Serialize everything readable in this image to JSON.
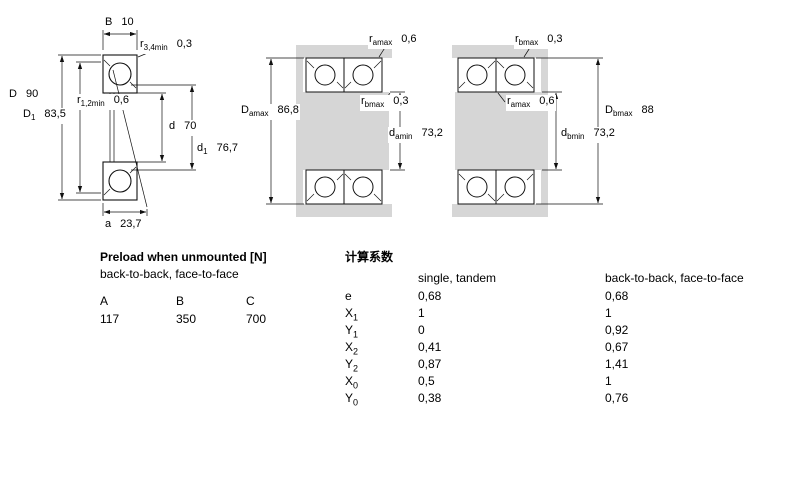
{
  "drawing": {
    "left": {
      "b": {
        "base": "B",
        "sub": "",
        "value": "10"
      },
      "r34": {
        "base": "r",
        "sub": "3,4min",
        "value": "0,3"
      },
      "D": {
        "base": "D",
        "sub": "",
        "value": "90"
      },
      "r12": {
        "base": "r",
        "sub": "1,2min",
        "value": "0,6"
      },
      "D1": {
        "base": "D",
        "sub": "1",
        "value": "83,5"
      },
      "d": {
        "base": "d",
        "sub": "",
        "value": "70"
      },
      "d1": {
        "base": "d",
        "sub": "1",
        "value": "76,7"
      },
      "a": {
        "base": "a",
        "sub": "",
        "value": "23,7"
      }
    },
    "arr": {
      "ra_top": {
        "base": "r",
        "sub": "amax",
        "value": "0,6"
      },
      "rb_top": {
        "base": "r",
        "sub": "bmax",
        "value": "0,3"
      },
      "Damax": {
        "base": "D",
        "sub": "amax",
        "value": "86,8"
      },
      "rb_mid": {
        "base": "r",
        "sub": "bmax",
        "value": "0,3"
      },
      "ra_mid": {
        "base": "r",
        "sub": "amax",
        "value": "0,6"
      },
      "Dbmax": {
        "base": "D",
        "sub": "bmax",
        "value": "88"
      },
      "damin": {
        "base": "d",
        "sub": "amin",
        "value": "73,2"
      },
      "dbmin": {
        "base": "d",
        "sub": "bmin",
        "value": "73,2"
      }
    }
  },
  "preload": {
    "title": "Preload when unmounted [N]",
    "subtitle": "back-to-back, face-to-face",
    "columns": [
      "A",
      "B",
      "C"
    ],
    "values": [
      "117",
      "350",
      "700"
    ]
  },
  "factors": {
    "title": "计算系数",
    "col1": "single, tandem",
    "col2": "back-to-back, face-to-face",
    "rows": [
      {
        "base": "e",
        "sub": "",
        "v1": "0,68",
        "v2": "0,68"
      },
      {
        "base": "X",
        "sub": "1",
        "v1": "1",
        "v2": "1"
      },
      {
        "base": "Y",
        "sub": "1",
        "v1": "0",
        "v2": "0,92"
      },
      {
        "base": "X",
        "sub": "2",
        "v1": "0,41",
        "v2": "0,67"
      },
      {
        "base": "Y",
        "sub": "2",
        "v1": "0,87",
        "v2": "1,41"
      },
      {
        "base": "X",
        "sub": "0",
        "v1": "0,5",
        "v2": "1"
      },
      {
        "base": "Y",
        "sub": "0",
        "v1": "0,38",
        "v2": "0,76"
      }
    ]
  }
}
